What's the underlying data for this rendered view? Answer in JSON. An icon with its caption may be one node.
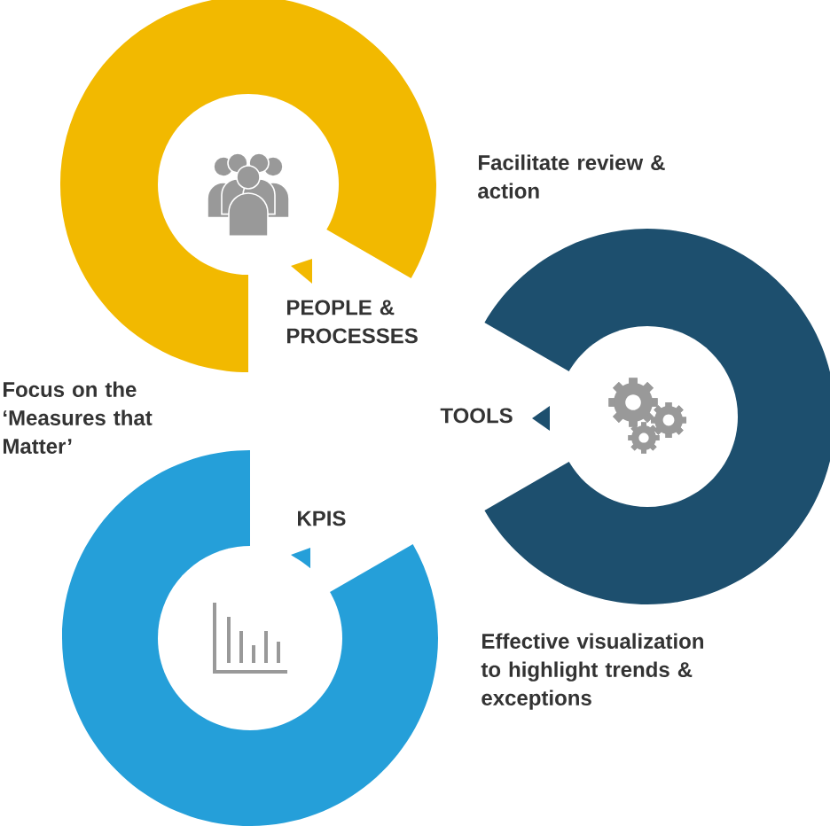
{
  "diagram": {
    "nodes": [
      {
        "text": [
          "PEOPLE & PROCESSES"
        ]
      },
      {
        "text": [
          "TOOLS"
        ]
      },
      {
        "text": [
          "KPIS"
        ]
      }
    ],
    "labels": [
      "Facilitate review & action",
      "Focus on the ‘Measures that Matter’",
      "Effective visualization to highlight trends & exceptions"
    ]
  }
}
